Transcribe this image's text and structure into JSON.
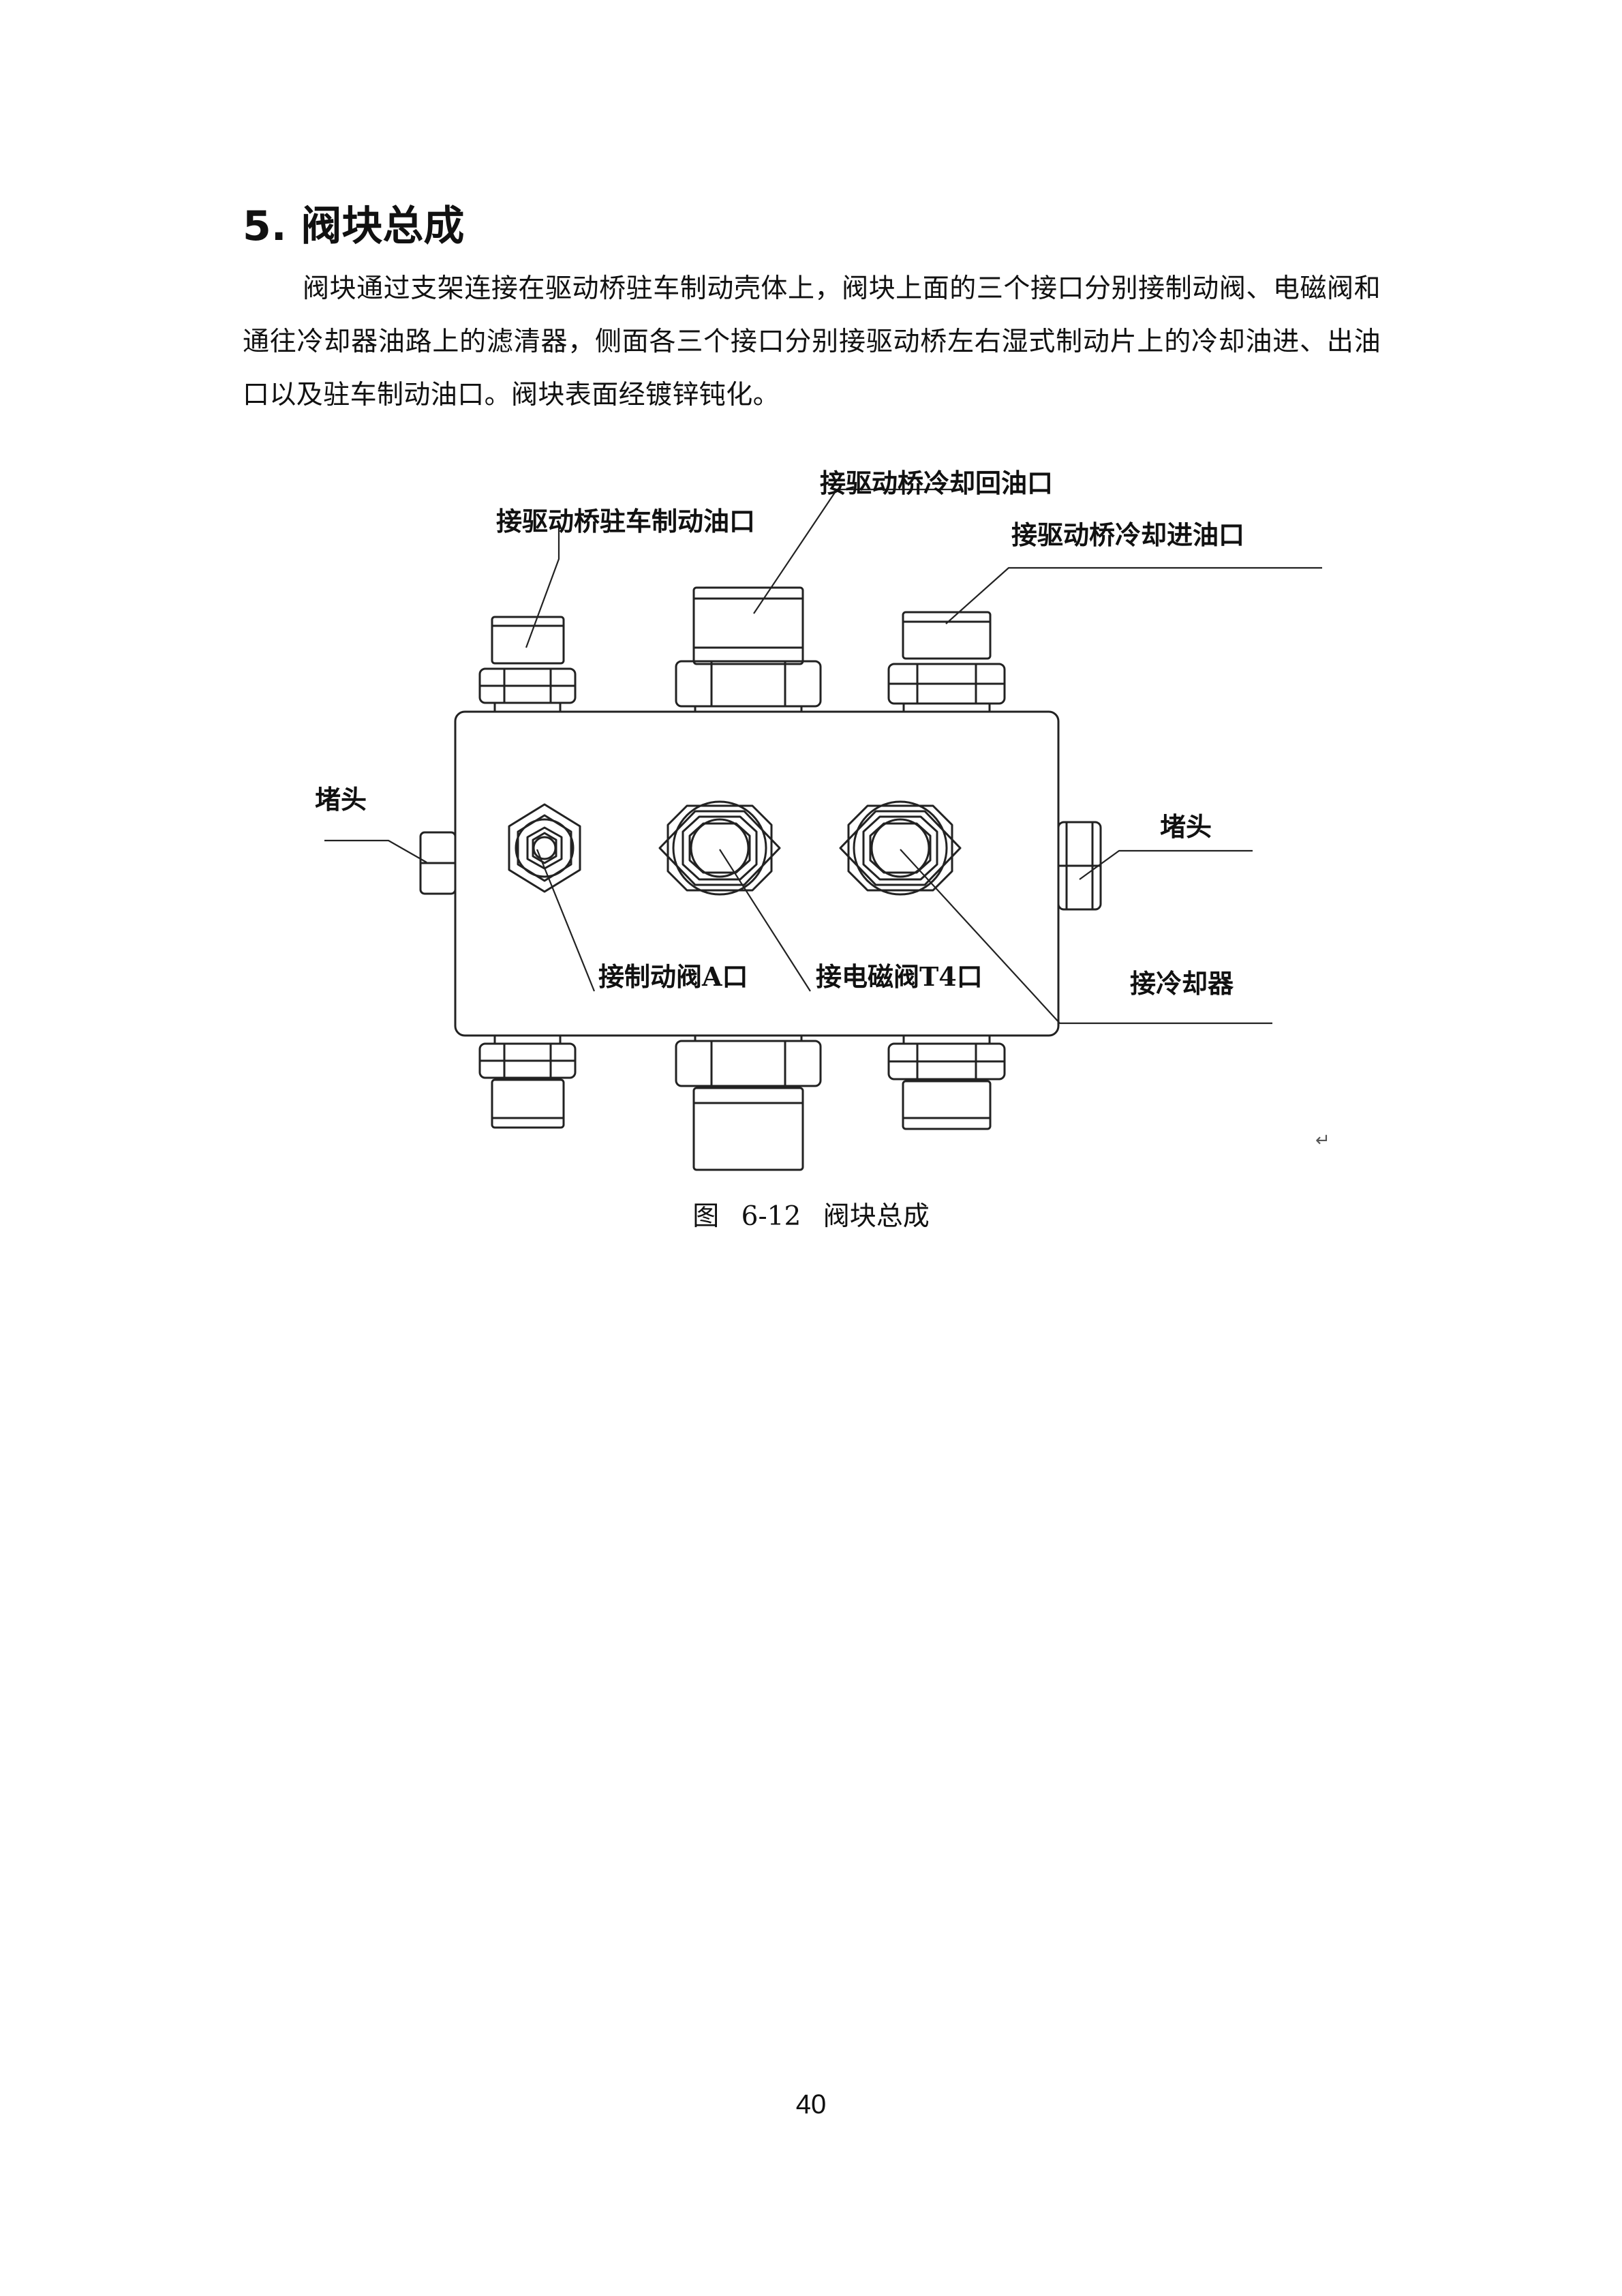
{
  "section": {
    "heading": "5. 阀块总成",
    "paragraph": "阀块通过支架连接在驱动桥驻车制动壳体上，阀块上面的三个接口分别接制动阀、电磁阀和通往冷却器油路上的滤清器，侧面各三个接口分别接驱动桥左右湿式制动片上的冷却油进、出油口以及驻车制动油口。阀块表面经镀锌钝化。"
  },
  "figure": {
    "labels": {
      "parking_brake_port": "接驱动桥驻车制动油口",
      "cooling_return_port": "接驱动桥冷却回油口",
      "cooling_inlet_port": "接驱动桥冷却进油口",
      "plug_left": "堵头",
      "plug_right": "堵头",
      "brake_valve_port": "接制动阀A口",
      "solenoid_valve_port": "接电磁阀T4口",
      "cooler_port": "接冷却器"
    },
    "return_mark": "↵",
    "caption": "图 6-12 阀块总成"
  },
  "page_number": "40"
}
